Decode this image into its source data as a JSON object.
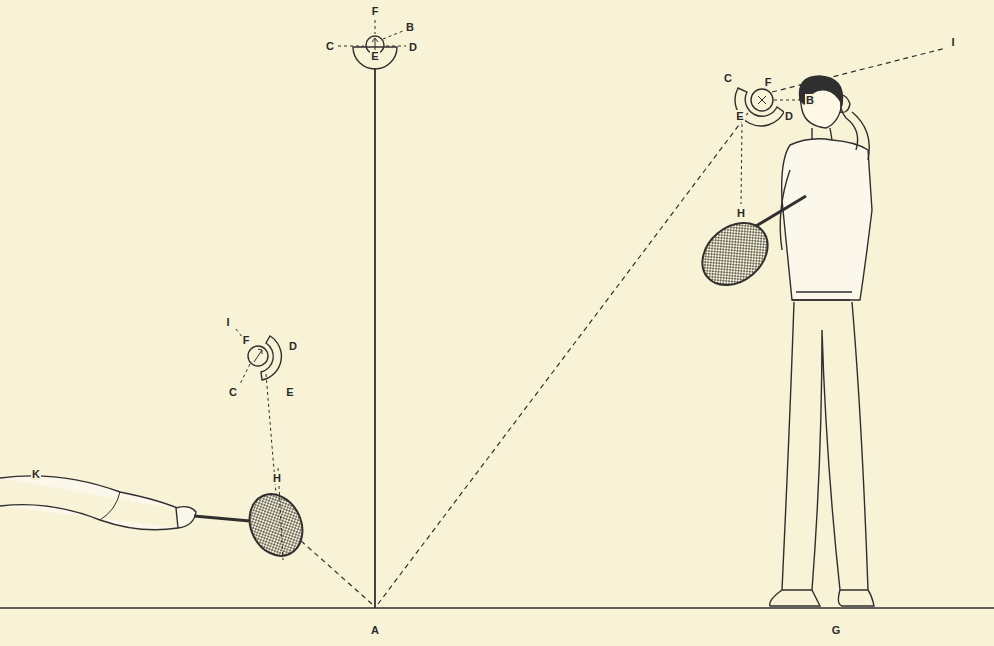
{
  "diagram": {
    "labels": [
      "F",
      "B",
      "C",
      "D",
      "E",
      "I",
      "C",
      "F",
      "B",
      "E",
      "D",
      "H",
      "I",
      "F",
      "D",
      "C",
      "E",
      "H",
      "K",
      "A",
      "G"
    ]
  }
}
